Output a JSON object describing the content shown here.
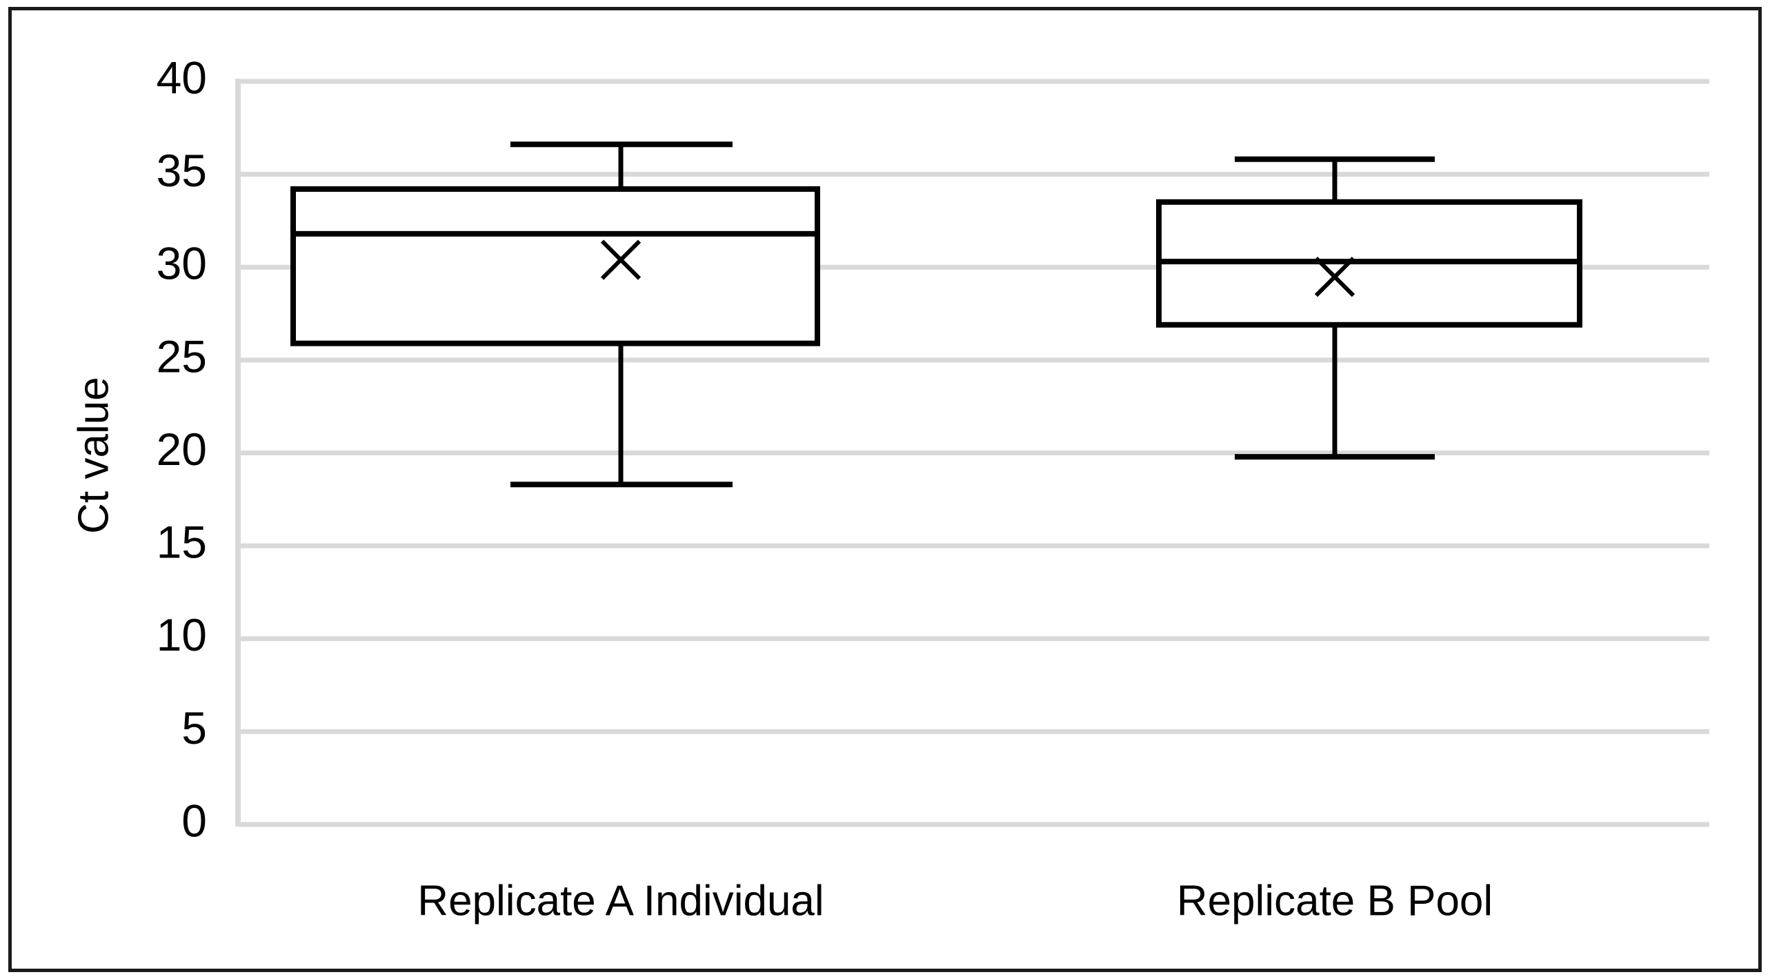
{
  "chart_data": {
    "type": "box",
    "title": "",
    "xlabel": "",
    "ylabel": "Ct value",
    "ylim": [
      0,
      40
    ],
    "ytick_step": 5,
    "yticks": [
      40,
      35,
      30,
      25,
      20,
      15,
      10,
      5,
      0
    ],
    "ytick_labels": [
      "40",
      "35",
      "30",
      "25",
      "20",
      "15",
      "10",
      "5",
      "0"
    ],
    "categories": [
      "Replicate A Individual",
      "Replicate B Pool"
    ],
    "grid": {
      "horizontal": true,
      "vertical": false,
      "color": "#d9d9d9"
    },
    "legend": {
      "visible": false,
      "position": "none"
    },
    "series": [
      {
        "name": "Replicate A Individual",
        "category": "Replicate A Individual",
        "min": 18.3,
        "q1": 25.9,
        "median": 31.8,
        "q3": 34.2,
        "max": 36.6,
        "mean": 30.4
      },
      {
        "name": "Replicate B Pool",
        "category": "Replicate B Pool",
        "min": 19.8,
        "q1": 26.9,
        "median": 30.3,
        "q3": 33.5,
        "max": 35.8,
        "mean": 29.5
      }
    ],
    "marker": {
      "mean_symbol": "x",
      "mean_symbol_name": "mean-cross-marker"
    },
    "colors": {
      "box_stroke": "#000000",
      "box_fill": "#ffffff",
      "gridline": "#d9d9d9",
      "axis_line": "#d9d9d9",
      "border": "#1a1a1a",
      "text": "#000000"
    }
  },
  "axis": {
    "y_title": "Ct value"
  }
}
